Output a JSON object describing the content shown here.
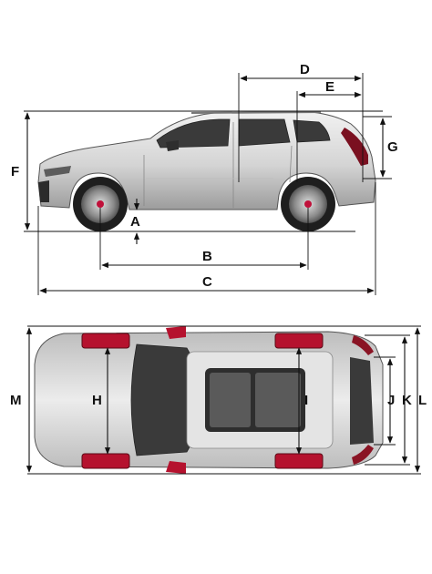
{
  "diagram": {
    "side_view": {
      "labels": {
        "A": "A",
        "B": "B",
        "C": "C",
        "D": "D",
        "E": "E",
        "F": "F",
        "G": "G"
      }
    },
    "top_view": {
      "labels": {
        "H": "H",
        "I": "I",
        "J": "J",
        "K": "K",
        "L": "L",
        "M": "M"
      }
    },
    "colors": {
      "body": "#d9d9d9",
      "body_shade": "#a9a9a9",
      "glass": "#3a3a3a",
      "tyre": "#b5122e",
      "line": "#111111"
    }
  }
}
